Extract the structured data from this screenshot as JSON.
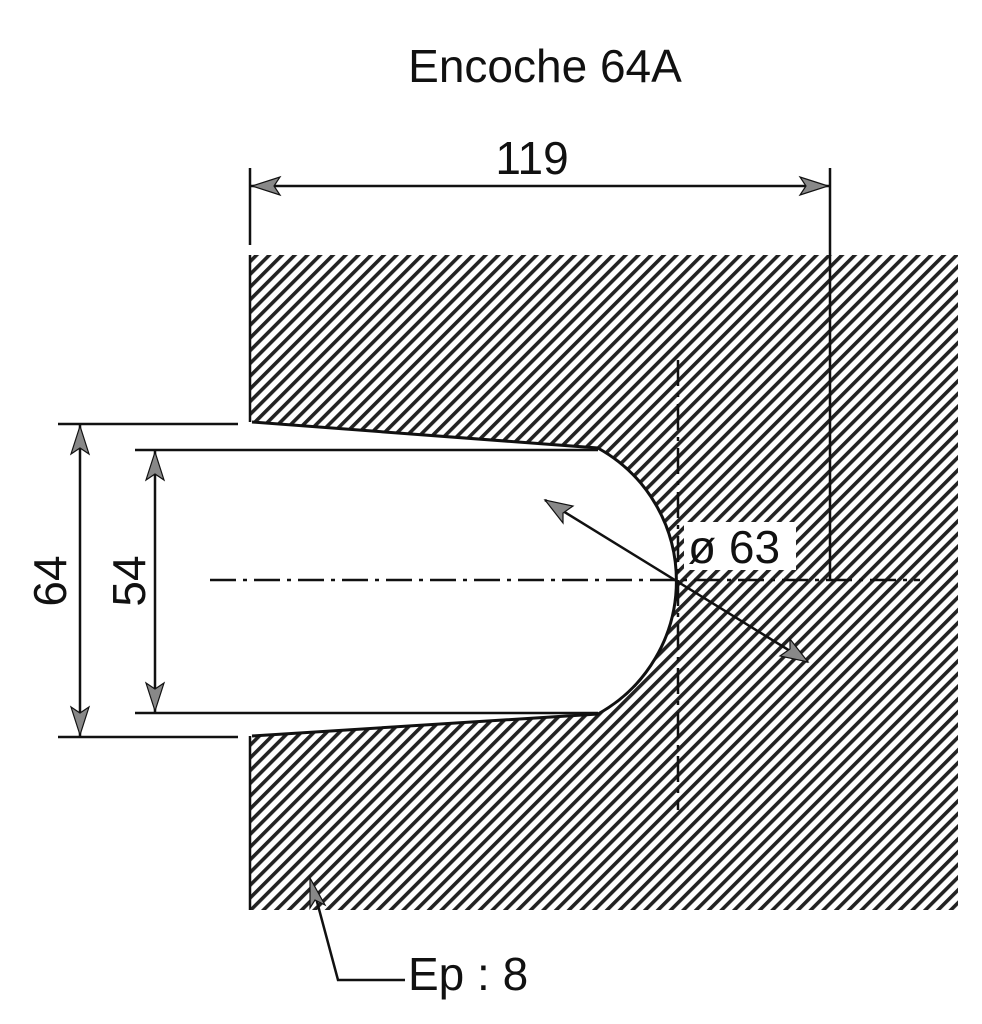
{
  "title": "Encoche 64A",
  "dimensions": {
    "width": "119",
    "outer_opening": "64",
    "inner_opening": "54",
    "diameter": "ø 63"
  },
  "thickness_note": "Ep : 8",
  "colors": {
    "line": "#111111",
    "hatch": "#222222",
    "arrow": "#888888",
    "background": "#ffffff"
  }
}
